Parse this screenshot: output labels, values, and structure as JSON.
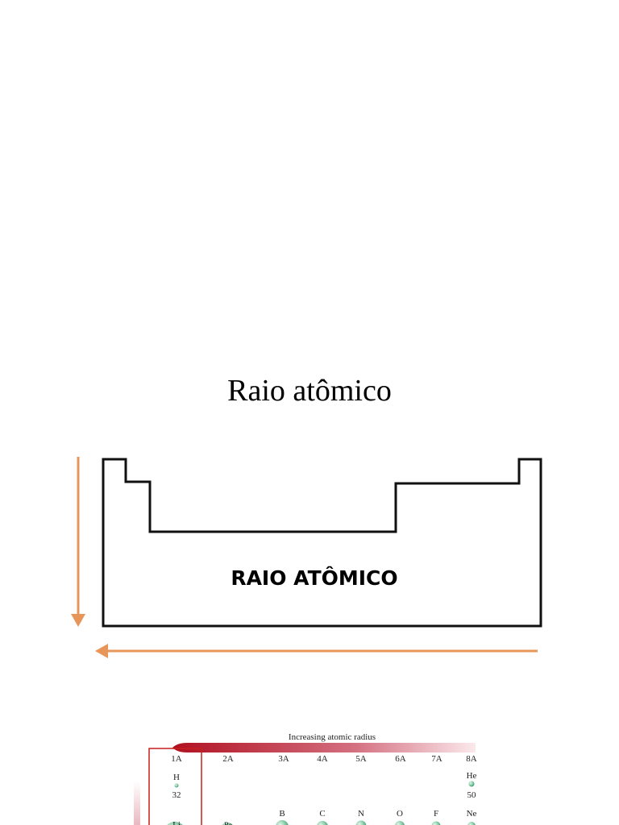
{
  "slide": {
    "title": "Raio atômico"
  },
  "diagram": {
    "label": "RAIO ATÔMICO",
    "arrow_color": "#E8955A"
  },
  "periodic_figure": {
    "banner_text": "Increasing atomic radius",
    "banner_color": "#B01020",
    "groups": [
      "1A",
      "2A",
      "3A",
      "4A",
      "5A",
      "6A",
      "7A",
      "8A"
    ],
    "row1": [
      {
        "symbol": "H",
        "radius": "32"
      },
      {
        "symbol": "He",
        "radius": "50"
      }
    ],
    "row2_symbols": [
      "Li",
      "Be",
      "B",
      "C",
      "N",
      "O",
      "F",
      "Ne"
    ],
    "sphere_color": "#6FC39A",
    "highlight_color": "#C81E1E"
  }
}
